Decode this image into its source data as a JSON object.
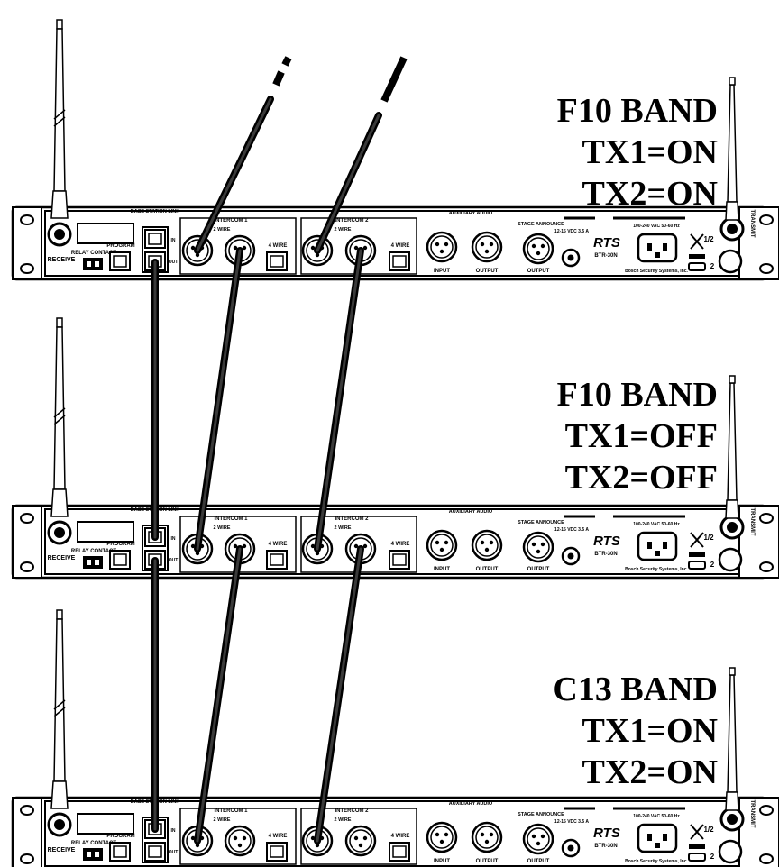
{
  "bands": [
    {
      "band": "F10 BAND",
      "tx1": "TX1=ON",
      "tx2": "TX2=ON"
    },
    {
      "band": "F10 BAND",
      "tx1": "TX1=OFF",
      "tx2": "TX2=OFF"
    },
    {
      "band": "C13 BAND",
      "tx1": "TX1=ON",
      "tx2": "TX2=ON"
    }
  ],
  "panel": {
    "receive": "RECEIVE",
    "relay_contact": "RELAY CONTACT",
    "program": "PROGRAM",
    "base_station_link": "BASE STATION LINK",
    "in": "IN",
    "out": "OUT",
    "intercom1": "INTERCOM 1",
    "intercom2": "INTERCOM 2",
    "two_wire": "2 WIRE",
    "four_wire": "4 WIRE",
    "auxiliary_audio": "AUXILIARY AUDIO",
    "input": "INPUT",
    "output": "OUTPUT",
    "stage_announce": "STAGE ANNOUNCE",
    "dc": "12-15 VDC 3.5 A",
    "ac": "100-240 VAC 50-60 Hz",
    "brand": "RTS",
    "model": "BTR-30N",
    "maker": "Bosch Security Systems, Inc.",
    "tx12": "1/2",
    "tx2": "2",
    "transmit": "TRANSMIT"
  }
}
